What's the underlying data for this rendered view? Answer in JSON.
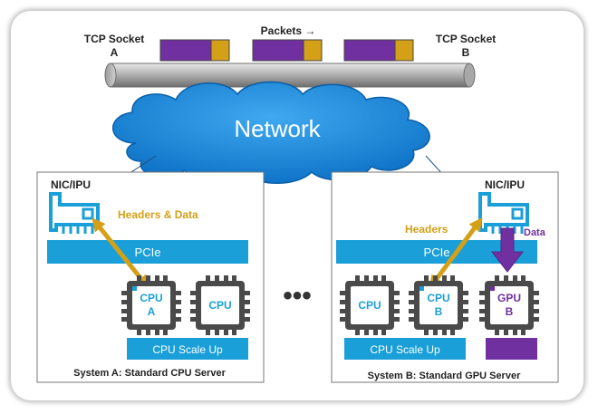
{
  "header": {
    "socket_a_line1": "TCP Socket",
    "socket_a_line2": "A",
    "socket_b_line1": "TCP Socket",
    "socket_b_line2": "B",
    "packets_label": "Packets →"
  },
  "network": {
    "label": "Network"
  },
  "system_a": {
    "nic_label": "NIC/IPU",
    "flow_label": "Headers & Data",
    "pcie_label": "PCIe",
    "cpu_a_line1": "CPU",
    "cpu_a_line2": "A",
    "cpu_2_label": "CPU",
    "scale_up_label": "CPU Scale Up",
    "caption": "System A: Standard CPU Server"
  },
  "ellipsis": "•••",
  "system_b": {
    "nic_label": "NIC/IPU",
    "headers_label": "Headers",
    "data_label": "Data",
    "pcie_label": "PCIe",
    "cpu_1_label": "CPU",
    "cpu_b_line1": "CPU",
    "cpu_b_line2": "B",
    "gpu_b_line1": "GPU",
    "gpu_b_line2": "B",
    "scale_up_label": "CPU Scale Up",
    "caption": "System B: Standard GPU Server"
  },
  "colors": {
    "blue": "#1a9fd8",
    "gold": "#d4a017",
    "purple": "#7030a0",
    "chip_gray": "#4a4a4a"
  }
}
